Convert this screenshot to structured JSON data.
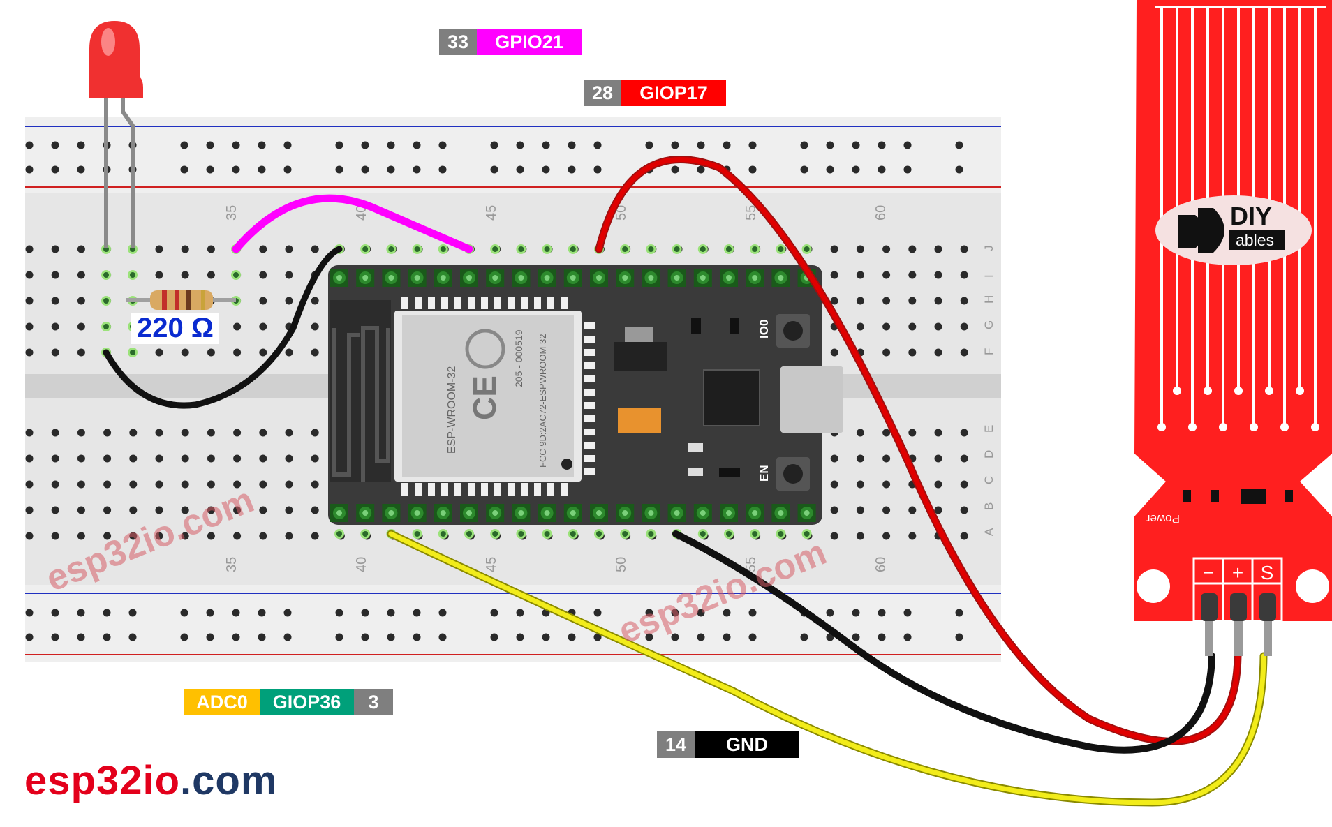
{
  "labels": {
    "gpio21": {
      "pin": "33",
      "name": "GPIO21",
      "color": "#ff00ff"
    },
    "giop17": {
      "pin": "28",
      "name": "GIOP17",
      "color": "#ff0000"
    },
    "adc": {
      "a": "ADC0",
      "b": "GIOP36",
      "pin": "3",
      "color_a": "#ffc000",
      "color_b": "#00a07a"
    },
    "gnd": {
      "pin": "14",
      "name": "GND",
      "color": "#000000"
    }
  },
  "resistor": {
    "value": "220 Ω"
  },
  "breadboard": {
    "column_numbers": [
      "35",
      "40",
      "45",
      "50",
      "55",
      "60"
    ],
    "row_letters_top": [
      "J",
      "I",
      "H",
      "G",
      "F"
    ],
    "row_letters_bottom": [
      "E",
      "D",
      "C",
      "B",
      "A"
    ]
  },
  "esp32": {
    "module_text_1": "ESP-WROOM-32",
    "module_text_2": "205 - 000519",
    "module_text_3": "FCC 9D:2AC72-ESPWROOM 32",
    "button_io0": "IO0",
    "button_en": "EN"
  },
  "sensor": {
    "logo_top": "DIY",
    "logo_bottom": "ables",
    "power_label": "Power",
    "pins": [
      "−",
      "+",
      "S"
    ]
  },
  "brand": {
    "part1": "esp32",
    "part2": "io",
    "part3": ".com",
    "color1": "#e3001b",
    "color2": "#e3001b",
    "color3": "#1f3864"
  },
  "watermark": "esp32io.com"
}
